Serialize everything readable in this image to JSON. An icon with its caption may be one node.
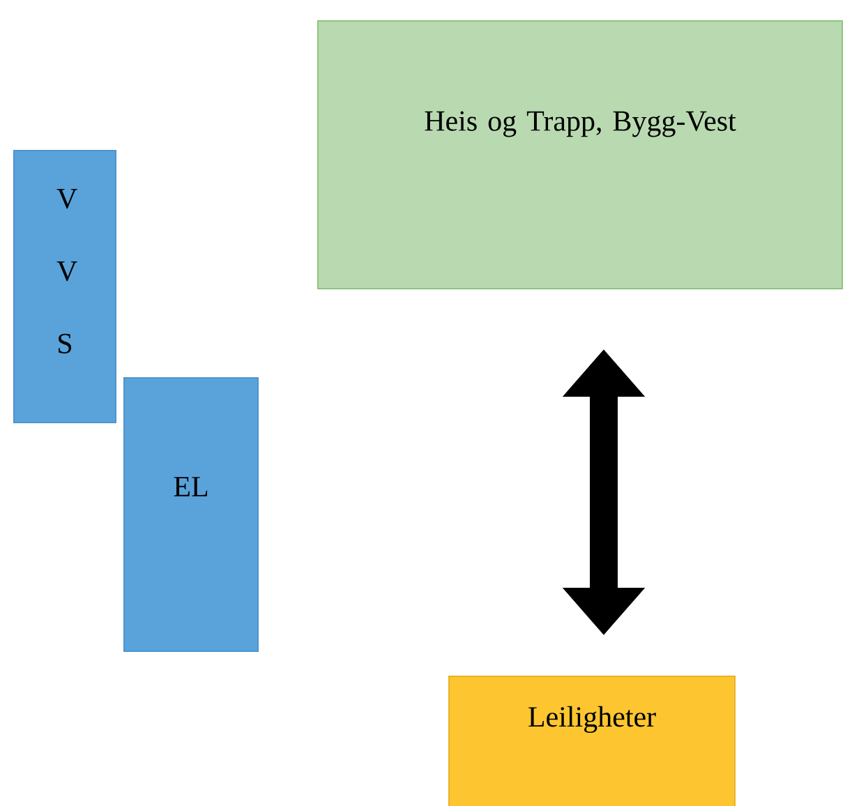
{
  "diagram": {
    "nodes": [
      {
        "text": [
          "Heis og Trapp, Bygg-Vest"
        ]
      },
      {
        "text": [
          "V V S"
        ]
      },
      {
        "text": [
          "EL"
        ]
      },
      {
        "text": [
          "Leiligheter"
        ]
      }
    ],
    "edges": [
      {
        "from": 0,
        "to": 3,
        "arrow": "both"
      }
    ]
  }
}
